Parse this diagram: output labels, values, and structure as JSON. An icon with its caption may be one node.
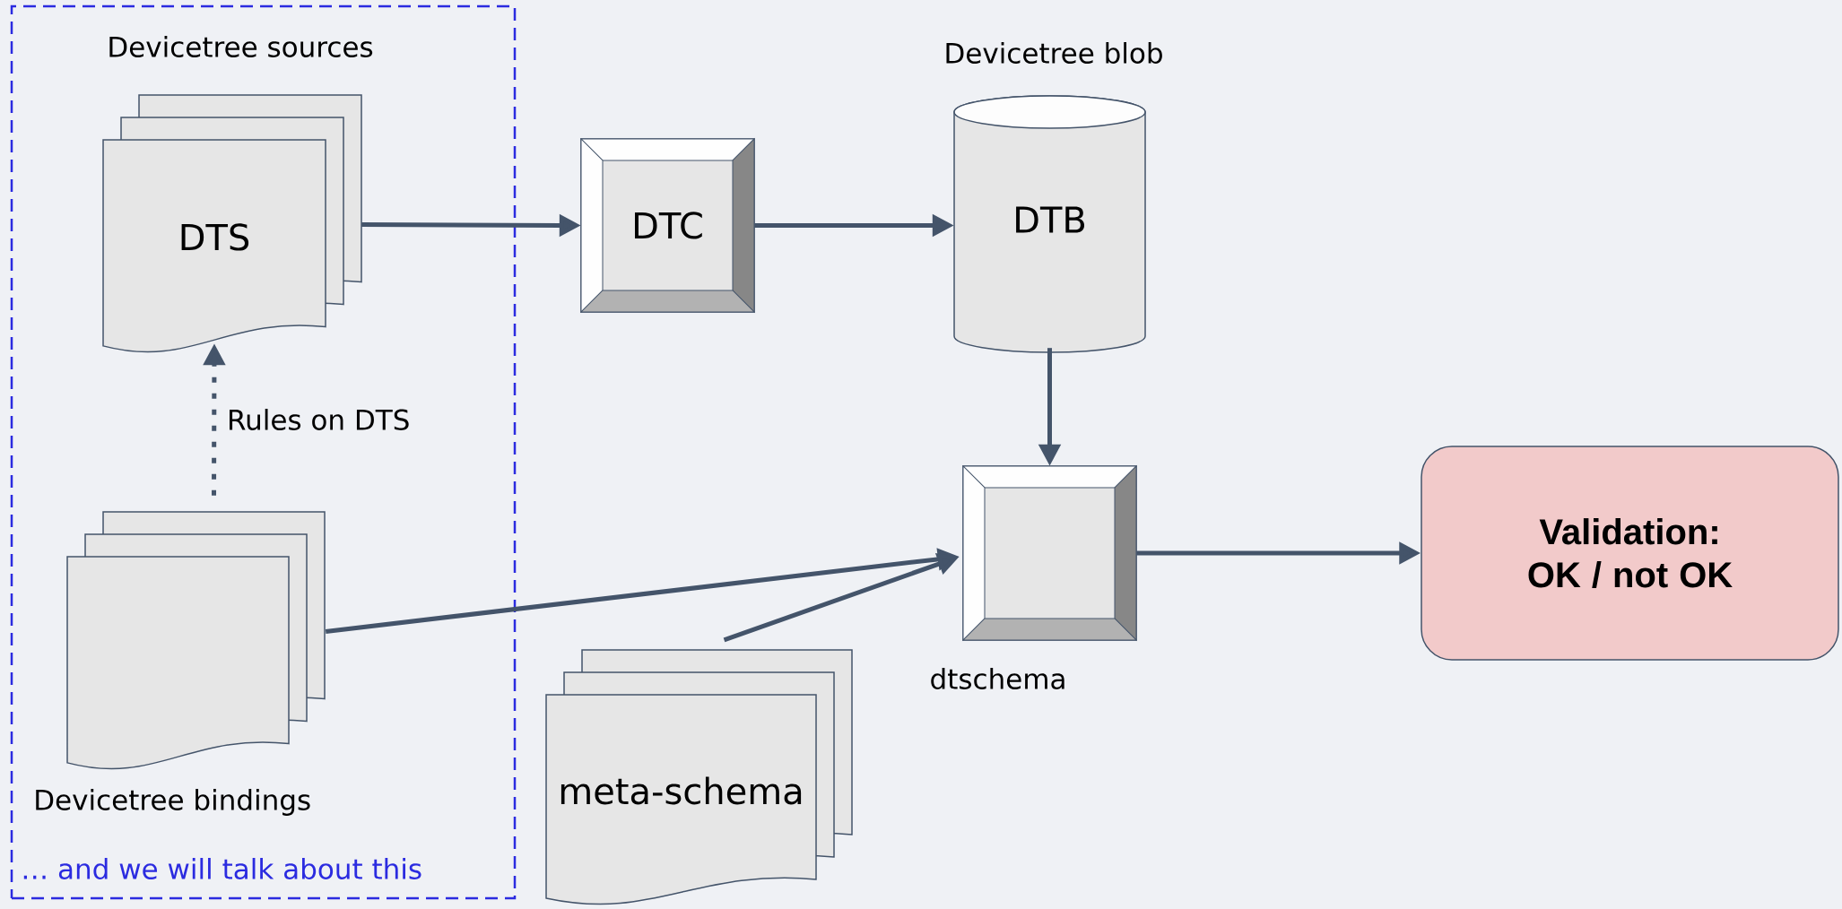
{
  "diagram": {
    "nodes": [
      {
        "text": [
          "… and we will talk about this"
        ]
      },
      {
        "text": [
          "DTS"
        ],
        "beside": [
          "Devicetree sources"
        ],
        "in": 0
      },
      {
        "text": [
          "DTC"
        ]
      },
      {
        "text": [
          "DTB"
        ],
        "beside": [
          "Devicetree blob"
        ]
      },
      {
        "text": [],
        "shape": "document",
        "beside": [
          "Devicetree bindings"
        ],
        "in": 0
      },
      {
        "text": [],
        "shape": "box",
        "beside": [
          "dtschema"
        ]
      },
      {
        "text": [
          "meta-schema"
        ]
      },
      {
        "text": [
          "Validation: OK / not OK"
        ]
      }
    ],
    "edges": [
      {
        "from": 1,
        "to": 2,
        "arrow": "to"
      },
      {
        "from": 2,
        "to": 3,
        "arrow": "to"
      },
      {
        "from": 3,
        "to": 5,
        "arrow": "to"
      },
      {
        "from": 4,
        "to": 1,
        "arrow": "to",
        "label": "Rules on DTS",
        "style": "dashed"
      },
      {
        "from": 4,
        "to": 5,
        "arrow": "to"
      },
      {
        "from": 6,
        "to": 5,
        "arrow": "to"
      },
      {
        "from": 5,
        "to": 7,
        "arrow": "to"
      }
    ]
  }
}
